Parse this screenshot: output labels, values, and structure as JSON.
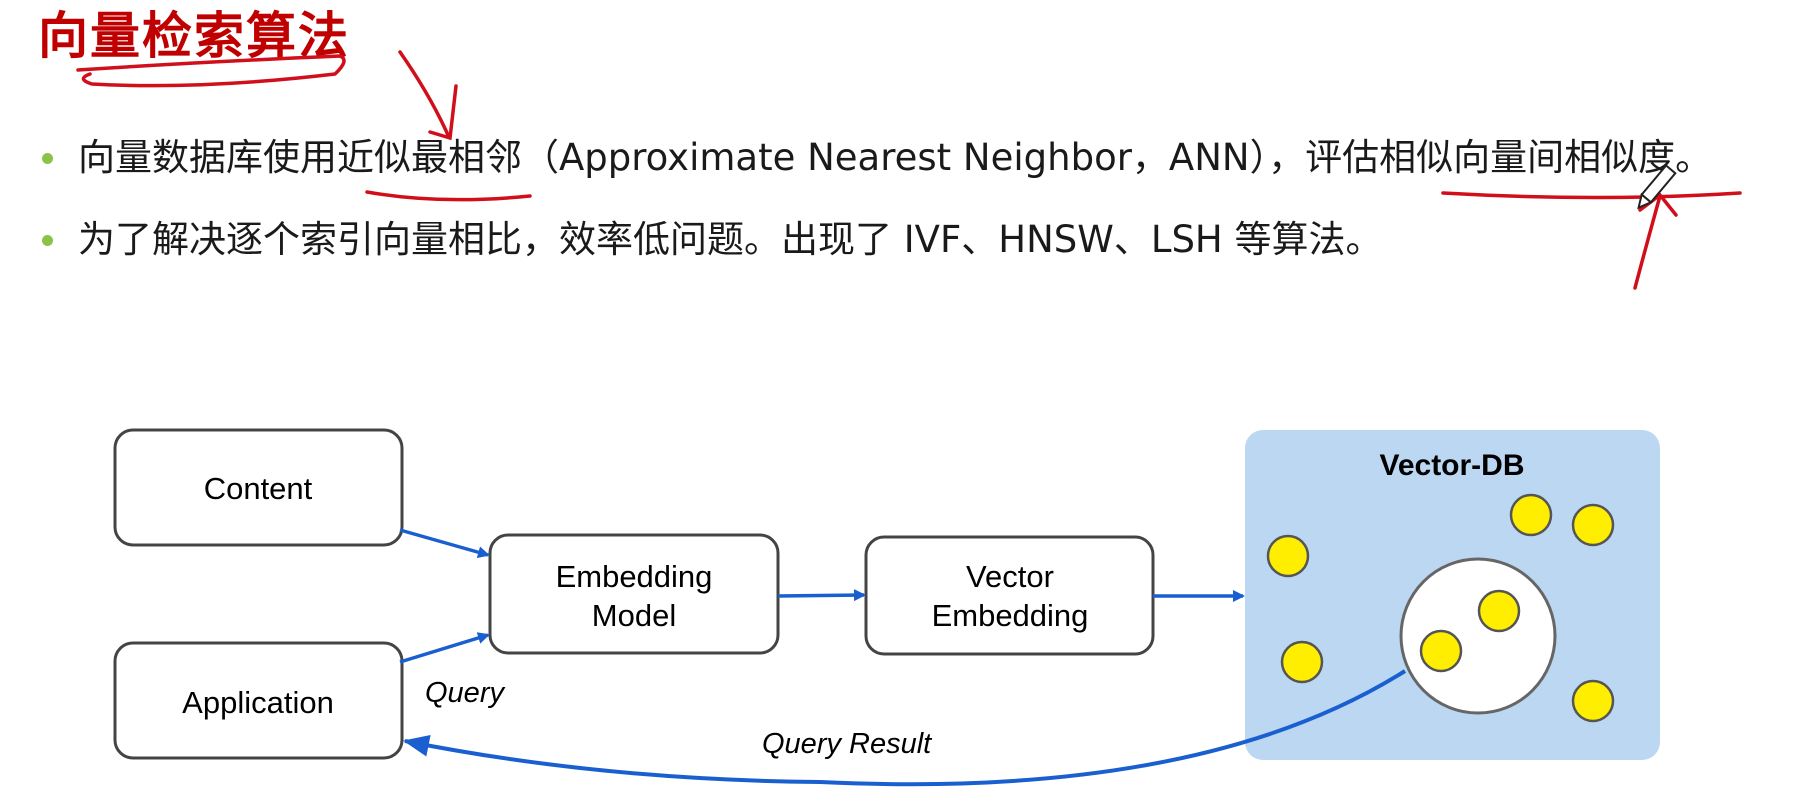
{
  "slide": {
    "title": "向量检索算法",
    "bullets": [
      "向量数据库使用近似最相邻（Approximate Nearest Neighbor，ANN），评估相似向量间相似度。",
      "为了解决逐个索引向量相比，效率低问题。出现了 IVF、HNSW、LSH 等算法。"
    ]
  },
  "diagram": {
    "nodes": {
      "content": "Content",
      "application": "Application",
      "embedding_model": [
        "Embedding",
        "Model"
      ],
      "vector_embedding": [
        "Vector",
        "Embedding"
      ],
      "vector_db": "Vector-DB"
    },
    "edges": {
      "query": "Query",
      "query_result": "Query Result"
    }
  },
  "colors": {
    "title": "#c00000",
    "bullet_dot": "#8bc34a",
    "arrow": "#1a5fd0",
    "db_background": "#bcd7f2",
    "point_fill": "#ffee00",
    "point_stroke": "#555555",
    "annotation_ink": "#d10f1b"
  }
}
